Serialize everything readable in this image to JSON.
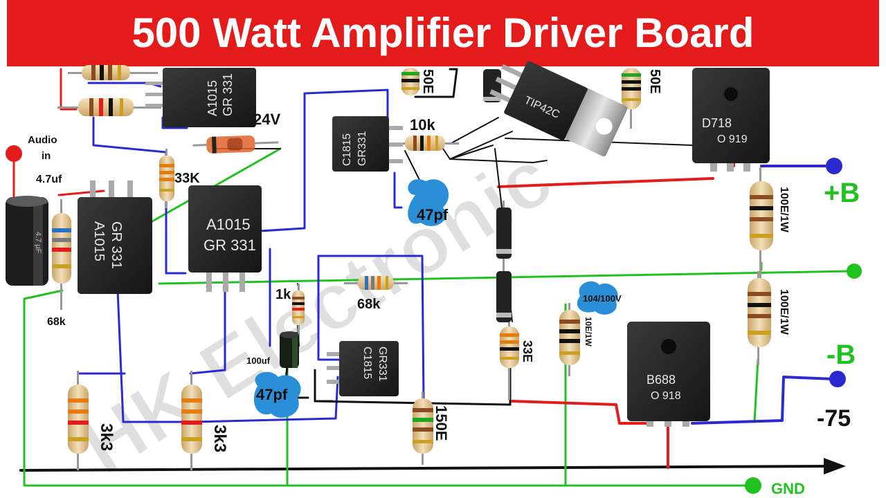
{
  "title": "500 Watt Amplifier Driver Board",
  "watermark": "HK Electronic",
  "colors": {
    "banner": "#e41b1b",
    "red_wire": "#e41b1b",
    "blue_wire": "#2a2ad0",
    "green_wire": "#1fc21f",
    "black_wire": "#111111",
    "cap_blue": "#2b8fd8",
    "label_green": "#1fc21f"
  },
  "labels": {
    "audio_in": "Audio in",
    "cap_in": "4.7uf",
    "r_68k_left": "68k",
    "r_33k": "33K",
    "zener": "24V",
    "r_10k": "10k",
    "c_47pf_top": "47pf",
    "r_1k": "1k",
    "r_68k_mid": "68k",
    "c_100uf": "100uf",
    "c_47pf_bottom": "47pf",
    "r_3k3_a": "3k3",
    "r_3k3_b": "3k3",
    "r_150e": "150E",
    "r_33e": "33E",
    "r_10e1w": "10E/1W",
    "c_104": "104/100V",
    "r_50e_left": "50E",
    "r_50e_right": "50E",
    "r_100e1w_a": "100E/1W",
    "r_100e1w_b": "100E/1W",
    "plus_b": "+B",
    "minus_b": "-B",
    "minus_75": "-75",
    "gnd": "GND"
  },
  "components": {
    "a1015_top": [
      "A1015",
      "GR 331"
    ],
    "a1015_left": [
      "A1015",
      "GR 331"
    ],
    "a1015_mid": [
      "A1015",
      "GR 331"
    ],
    "c1815_top": [
      "C1815",
      "GR331"
    ],
    "c1815_bottom": [
      "C1815",
      "GR331"
    ],
    "tip42c": [
      "TIP42C"
    ],
    "d718": [
      "D718",
      "O 919"
    ],
    "b688": [
      "B688",
      "O 918"
    ]
  }
}
